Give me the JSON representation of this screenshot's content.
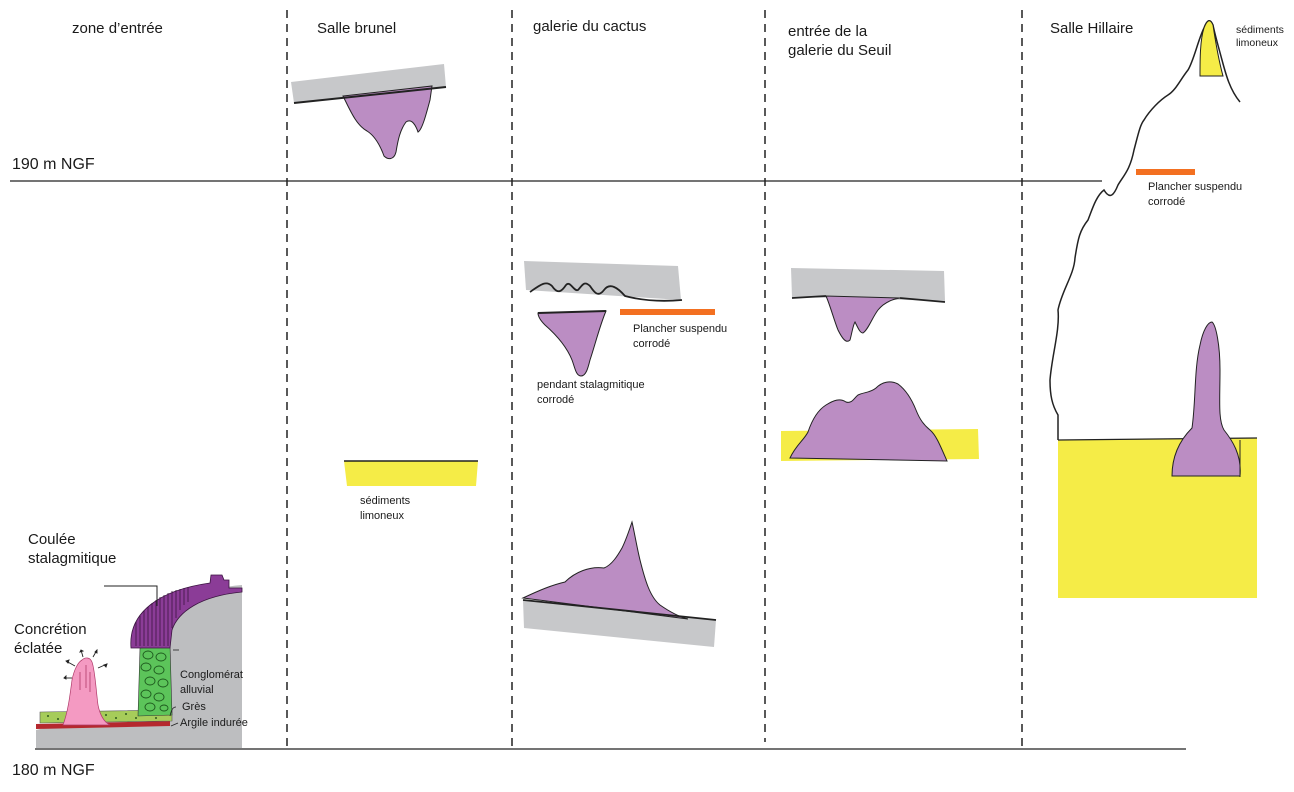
{
  "diagram": {
    "levels": {
      "upper": "190 m NGF",
      "lower": "180 m NGF"
    },
    "columns": [
      {
        "title": "zone d’entrée"
      },
      {
        "title": "Salle brunel"
      },
      {
        "title": "galerie du cactus"
      },
      {
        "title": "entrée de la\ngalerie du Seuil"
      },
      {
        "title": "Salle Hillaire"
      }
    ],
    "labels": {
      "coulee": "Coulée\nstalagmitique",
      "concretion": "Concrétion\néclatée",
      "conglomerat": "Conglomérat\nalluvial",
      "gres": "Grès",
      "argile": "Argile indurée",
      "sediments_brunel": "sédiments\nlimoneux",
      "plancher_cactus": "Plancher suspendu\ncorrodé",
      "pendant": "pendant stalagmitique\ncorrodé",
      "sediments_hillaire": "sédiments\nlimoneux",
      "plancher_hillaire": "Plancher suspendu\ncorrodé"
    },
    "colors": {
      "rock_gray": "#c7c8ca",
      "rock_gray_dark": "#b9babc",
      "speleothem_purple": "#bb8dc3",
      "flowstone_purple": "#8b3c97",
      "sediment_yellow": "#f5ec47",
      "floor_orange": "#f37021",
      "conglomerate_green": "#5cc45a",
      "concretion_pink": "#f49ac2",
      "clay_red": "#b5282e",
      "sandstone_green": "#a6cc5a"
    }
  }
}
